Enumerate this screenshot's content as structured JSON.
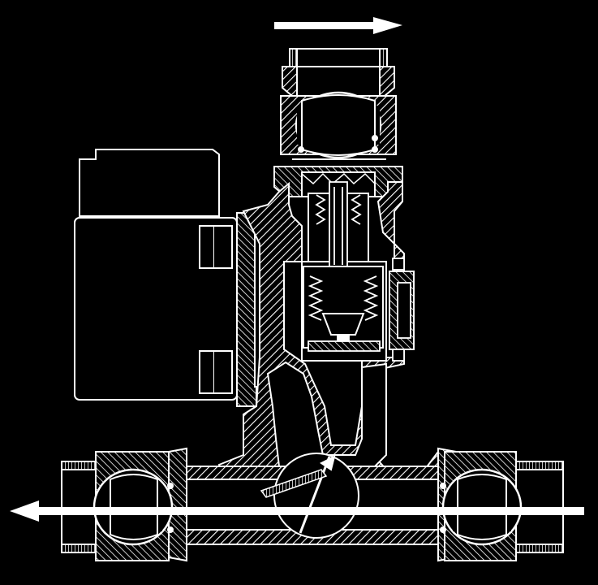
{
  "diagram": {
    "background": "#000000",
    "line_color": "#ffffff",
    "flow_arrow_color": "#ffffff",
    "flow_arrows": [
      {
        "direction": "right"
      },
      {
        "direction": "left"
      }
    ],
    "components": [
      "motor-housing",
      "upper-outlet-ball-valve",
      "check-valve-cartridge",
      "pump-body",
      "impeller",
      "lower-pipe-run",
      "left-ball-valve",
      "right-ball-valve"
    ]
  }
}
